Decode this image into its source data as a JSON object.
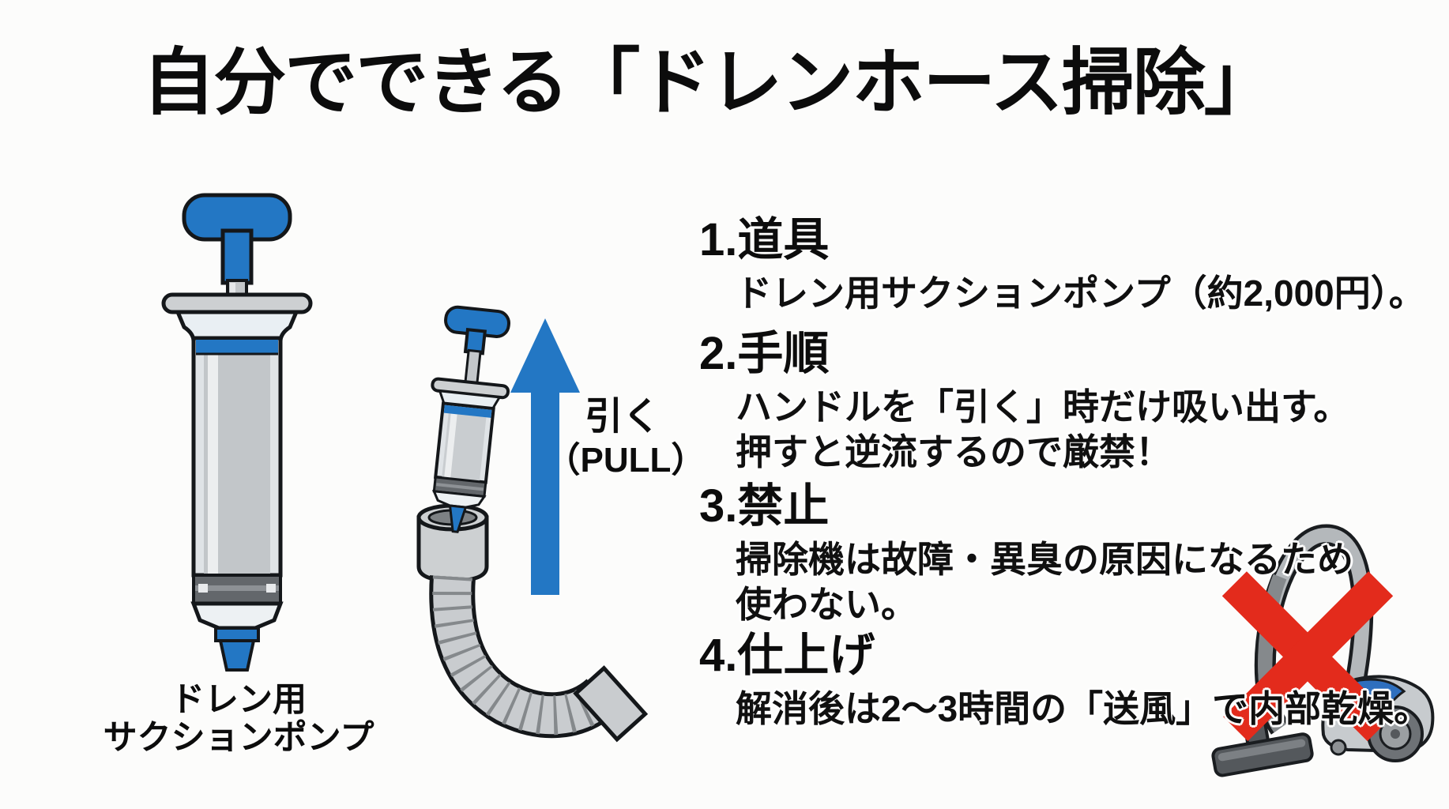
{
  "title": "自分でできる「ドレンホース掃除」",
  "colors": {
    "accent_blue": "#2377C4",
    "prohibit_red": "#E32B1C",
    "ink": "#0C0C0C",
    "background": "#FCFCFB"
  },
  "left_figure": {
    "caption_line1": "ドレン用",
    "caption_line2": "サクションポンプ"
  },
  "middle_figure": {
    "pull_label_jp": "引く",
    "pull_label_en": "（PULL）"
  },
  "steps": [
    {
      "number": "1.",
      "heading": "道具",
      "lines": [
        "ドレン用サクションポンプ（約2,000円）。"
      ]
    },
    {
      "number": "2.",
      "heading": "手順",
      "lines": [
        "ハンドルを「引く」時だけ吸い出す。",
        "押すと逆流するので厳禁！"
      ]
    },
    {
      "number": "3.",
      "heading": "禁止",
      "lines": [
        "掃除機は故障・異臭の原因になるため",
        "使わない。"
      ]
    },
    {
      "number": "4.",
      "heading": "仕上げ",
      "lines": [
        "解消後は2〜3時間の「送風」で内部乾燥。"
      ]
    }
  ]
}
